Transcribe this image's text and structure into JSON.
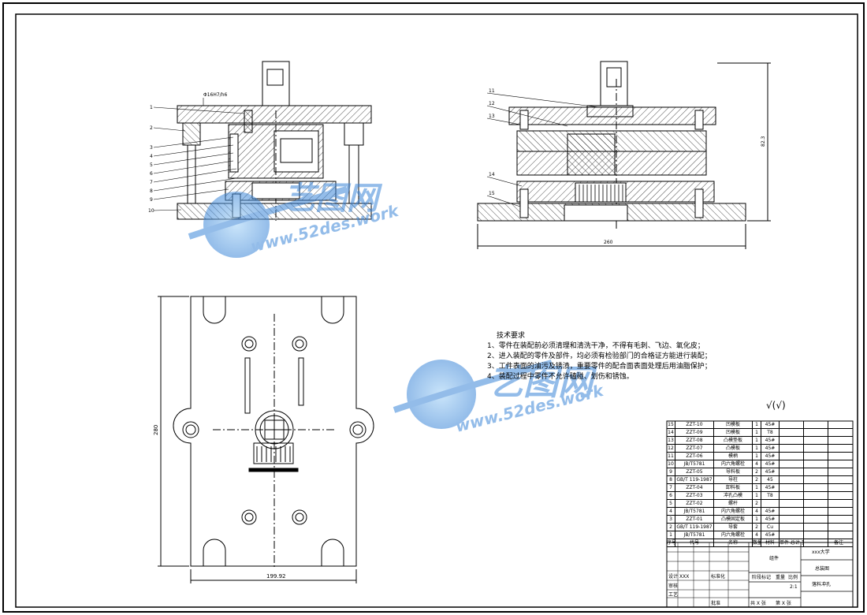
{
  "drawing": {
    "dims": {
      "top_left_fit": "Φ16H7/h6",
      "right_height": "82.3",
      "right_width": "260",
      "bottom_height": "280",
      "bottom_width": "199.92"
    },
    "front_view_callouts": [
      "1",
      "2",
      "3",
      "4",
      "5",
      "6",
      "7",
      "8",
      "9",
      "10"
    ],
    "side_view_callouts": [
      "11",
      "12",
      "13",
      "14",
      "15"
    ],
    "surface_finish": "√(√)"
  },
  "technical_requirements": {
    "title": "技术要求",
    "items": [
      "1、零件在装配前必须清理和清洗干净，不得有毛刺、飞边、氧化皮；",
      "2、进入装配的零件及部件，均必须有检验部门的合格证方能进行装配；",
      "3、工件表面的油污及锈渍，重要零件的配合面表面处理后用油脂保护；",
      "4、装配过程中零件不允许磕碰、划伤和锈蚀。"
    ]
  },
  "watermark": {
    "brand": "艺图网",
    "url": "www.52des.work"
  },
  "bom": {
    "rows": [
      {
        "no": "15",
        "code": "ZZT-10",
        "name": "凹模板",
        "qty": "1",
        "mat": "45#"
      },
      {
        "no": "14",
        "code": "ZZT-09",
        "name": "凹模板",
        "qty": "1",
        "mat": "T8"
      },
      {
        "no": "13",
        "code": "ZZT-08",
        "name": "凸模垫板",
        "qty": "1",
        "mat": "45#"
      },
      {
        "no": "12",
        "code": "ZZT-07",
        "name": "凸模板",
        "qty": "1",
        "mat": "45#"
      },
      {
        "no": "11",
        "code": "ZZT-06",
        "name": "模柄",
        "qty": "1",
        "mat": "45#"
      },
      {
        "no": "10",
        "code": "JB/T5781",
        "name": "内六角螺栓",
        "qty": "4",
        "mat": "45#"
      },
      {
        "no": "9",
        "code": "ZZT-05",
        "name": "导料板",
        "qty": "2",
        "mat": "45#"
      },
      {
        "no": "8",
        "code": "GB/T 119-1987",
        "name": "导柱",
        "qty": "2",
        "mat": "45"
      },
      {
        "no": "7",
        "code": "ZZT-04",
        "name": "卸料板",
        "qty": "1",
        "mat": "45#"
      },
      {
        "no": "6",
        "code": "ZZT-03",
        "name": "冲孔凸模",
        "qty": "1",
        "mat": "T8"
      },
      {
        "no": "5",
        "code": "ZZT-02",
        "name": "螺杆",
        "qty": "2",
        "mat": ""
      },
      {
        "no": "4",
        "code": "JB/T5781",
        "name": "内六角螺栓",
        "qty": "4",
        "mat": "45#"
      },
      {
        "no": "3",
        "code": "ZZT-01",
        "name": "凸模固定板",
        "qty": "1",
        "mat": "45#"
      },
      {
        "no": "2",
        "code": "GB/T 119-1987",
        "name": "导套",
        "qty": "2",
        "mat": "Cu"
      },
      {
        "no": "1",
        "code": "JB/T5781",
        "name": "内六角螺栓",
        "qty": "4",
        "mat": "45#"
      }
    ],
    "header": {
      "no": "序号",
      "code": "代号",
      "name": "名称",
      "qty": "数量",
      "mat": "材料",
      "weight": "单件 总计 重量",
      "note": "备注"
    }
  },
  "title_block": {
    "school": "xxx大学",
    "part": "总装图",
    "drawing_type": "落料冲孔",
    "mark": "组件",
    "scale": "2:1",
    "designer": "XXX",
    "labels": {
      "design": "设计",
      "check": "审核",
      "process": "工艺",
      "standard": "标准化",
      "approve": "批准",
      "stage_mark": "阶段标记",
      "weight": "重量",
      "ratio": "比例",
      "sheets": "共 X 张",
      "sheet": "第 X 张"
    }
  }
}
